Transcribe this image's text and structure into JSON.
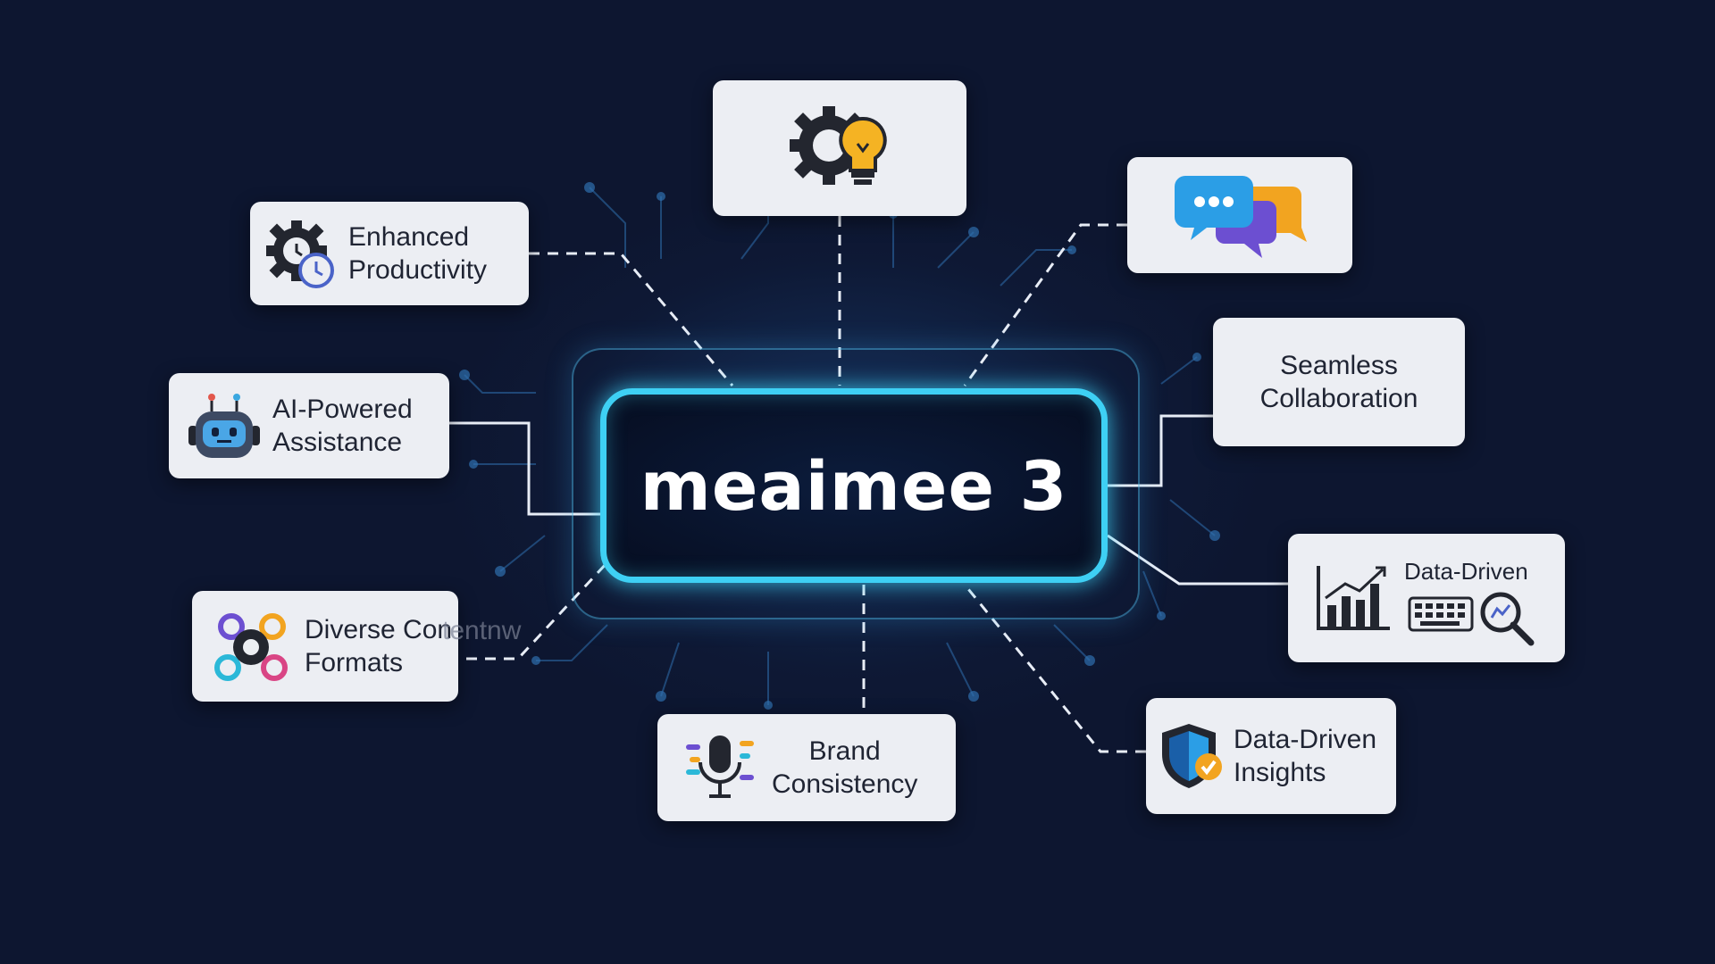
{
  "hub": {
    "title": "meaimee 3"
  },
  "features": {
    "top": {
      "icon": "gear-lightbulb-icon"
    },
    "chat": {
      "icon": "chat-bubbles-icon"
    },
    "enhanced_productivity": {
      "label": "Enhanced\nProductivity",
      "icon": "gear-clock-icon"
    },
    "ai_powered_assistance": {
      "label": "AI-Powered\nAssistance",
      "icon": "robot-icon"
    },
    "seamless_collaboration": {
      "label": "Seamless\nCollaboration"
    },
    "diverse_content_formats": {
      "label": "Diverse Con\nFormats",
      "overflow_text": "tentnw",
      "icon": "content-formats-icon"
    },
    "data_driven_tools": {
      "label": "Data-Driven",
      "icon": "chart-keyboard-search-icon"
    },
    "brand_consistency": {
      "label": "Brand\nConsistency",
      "icon": "microphone-icon"
    },
    "data_driven_insights": {
      "label": "Data-Driven\nInsights",
      "icon": "shield-check-icon"
    }
  },
  "colors": {
    "background": "#0d1630",
    "hub_border": "#3ed0f4",
    "card": "#eceef3",
    "connector": "#e8edf6"
  }
}
